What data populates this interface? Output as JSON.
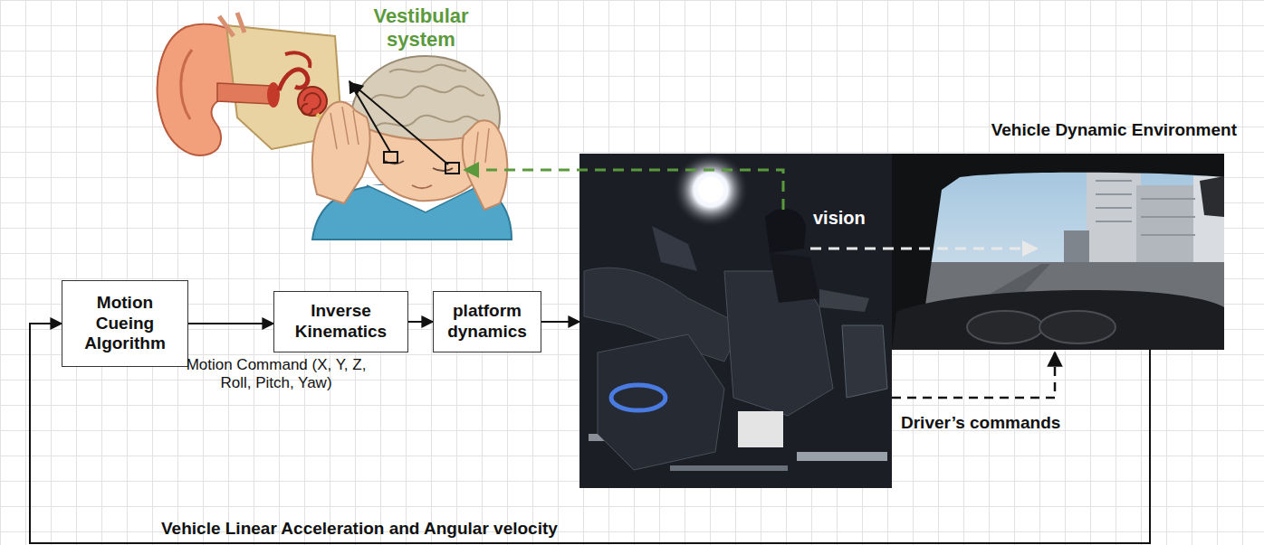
{
  "diagram": {
    "nodes": [
      {
        "text": [
          "Vestibular system"
        ]
      },
      {
        "text": [
          "Motion Cueing Algorithm"
        ]
      },
      {
        "text": [
          "Inverse Kinematics"
        ]
      },
      {
        "text": [
          "platform dynamics"
        ]
      },
      {
        "text": [
          "vision"
        ]
      },
      {
        "text": [
          "Vehicle Dynamic Environment"
        ]
      }
    ],
    "edges": [
      {
        "from": 1,
        "to": 2,
        "arrow": "to",
        "label": "Motion Command (X, Y, Z, Roll, Pitch, Yaw)"
      },
      {
        "from": 2,
        "to": 3,
        "arrow": "to"
      },
      {
        "from": 3,
        "to": 4,
        "arrow": "to"
      },
      {
        "from": 4,
        "to": 5,
        "arrow": "to"
      },
      {
        "from": 4,
        "to": 5,
        "arrow": "to",
        "label": "Driver’s commands"
      },
      {
        "from": 4,
        "to": 0,
        "arrow": "to"
      },
      {
        "from": 5,
        "to": 1,
        "arrow": "to",
        "label": "Vehicle Linear Acceleration and Angular velocity"
      }
    ]
  }
}
